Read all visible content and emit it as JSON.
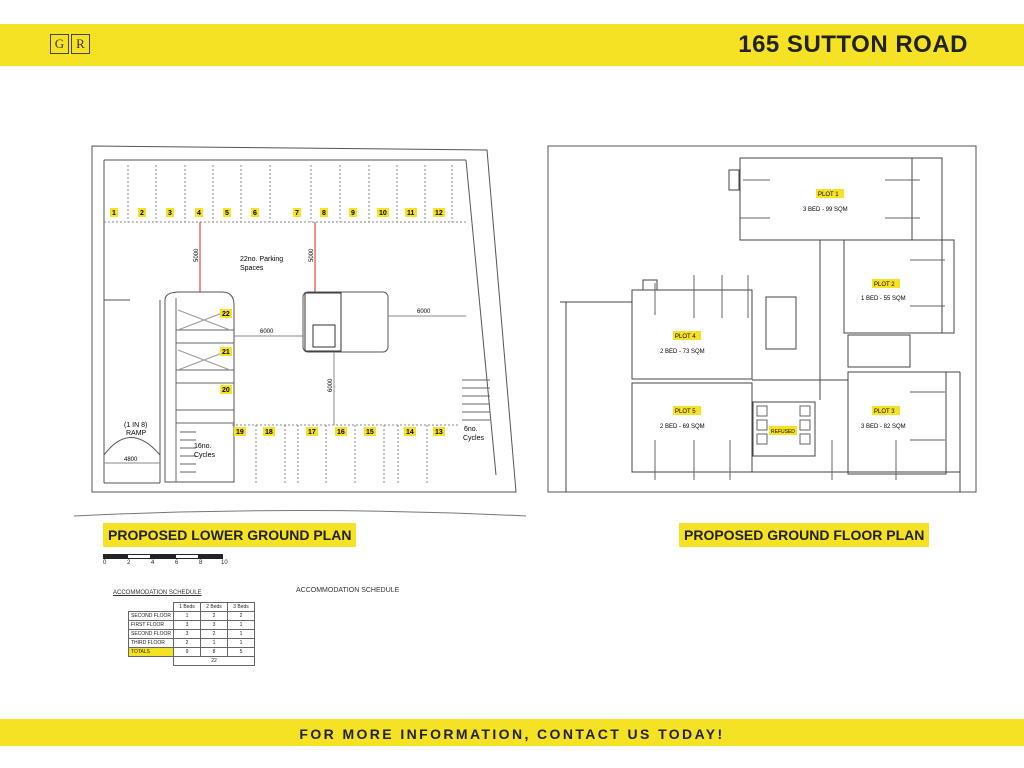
{
  "header": {
    "logo_left": "G",
    "logo_right": "R",
    "title": "165 SUTTON ROAD"
  },
  "footer": {
    "cta": "FOR MORE INFORMATION, CONTACT US TODAY!"
  },
  "lower_plan": {
    "title": "PROPOSED LOWER GROUND PLAN",
    "parking_label_1": "22no. Parking",
    "parking_label_2": "Spaces",
    "bays_top": [
      "1",
      "2",
      "3",
      "4",
      "5",
      "6",
      "7",
      "8",
      "9",
      "10",
      "11",
      "12"
    ],
    "bays_bottom": [
      "19",
      "18",
      "17",
      "16",
      "15",
      "14",
      "13"
    ],
    "bays_left": [
      "22",
      "21",
      "20"
    ],
    "dim_5000": "5000",
    "dim_6000": "6000",
    "dim_4800": "4800",
    "ramp_1": "(1 IN 8)",
    "ramp_2": "RAMP",
    "cycles_right_1": "6no.",
    "cycles_right_2": "Cycles",
    "cycles_left_1": "16no.",
    "cycles_left_2": "Cycles"
  },
  "ground_plan": {
    "title": "PROPOSED GROUND FLOOR PLAN",
    "refused": "REFUSED",
    "plots": [
      {
        "name": "PLOT 1",
        "desc": "3 BED - 99 SQM"
      },
      {
        "name": "PLOT 2",
        "desc": "1 BED - 55 SQM"
      },
      {
        "name": "PLOT 3",
        "desc": "3 BED - 82 SQM"
      },
      {
        "name": "PLOT 4",
        "desc": "2 BED - 73 SQM"
      },
      {
        "name": "PLOT 5",
        "desc": "2 BED - 69 SQM"
      }
    ]
  },
  "scale_bar": {
    "ticks": [
      "0",
      "2",
      "4",
      "6",
      "8",
      "10"
    ]
  },
  "schedule": {
    "title": "ACCOMMODATION SCHEDULE",
    "title_right": "ACCOMMODATION SCHEDULE",
    "headers": [
      "1 Beds",
      "2 Beds",
      "3 Beds"
    ],
    "rows": [
      {
        "label": "SECOND FLOOR",
        "values": [
          "1",
          "2",
          "2"
        ]
      },
      {
        "label": "FIRST FLOOR",
        "values": [
          "3",
          "3",
          "1"
        ]
      },
      {
        "label": "SECOND FLOOR",
        "values": [
          "3",
          "2",
          "1"
        ]
      },
      {
        "label": "THIRD FLOOR",
        "values": [
          "2",
          "1",
          "1"
        ]
      }
    ],
    "totals_label": "TOTALS",
    "totals": [
      "9",
      "8",
      "5"
    ],
    "grand_total": "22"
  }
}
